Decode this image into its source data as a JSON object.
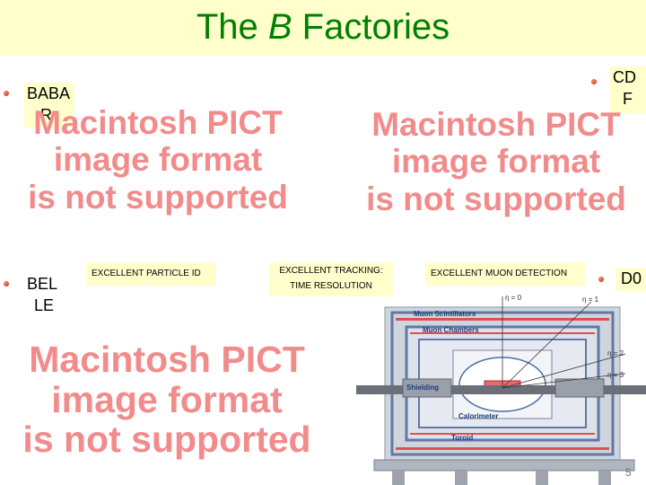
{
  "slide": {
    "title_prefix": "The ",
    "title_italic": "B",
    "title_suffix": " Factories",
    "page_number": "5"
  },
  "labels": {
    "babar_line1": "BABA",
    "babar_line2": "R",
    "cdf_line1": "CD",
    "cdf_line2": "F",
    "belle_line1": "BEL",
    "belle_line2": "LE",
    "d0": "D0"
  },
  "pict_placeholder": {
    "line1": "Macintosh PICT",
    "line2": "image format",
    "line3": "is not supported"
  },
  "captions": {
    "particle_id": "EXCELLENT PARTICLE  ID",
    "tracking_line1": "EXCELLENT TRACKING:",
    "tracking_line2": "TIME RESOLUTION",
    "muon": "EXCELLENT  MUON DETECTION"
  },
  "detector": {
    "eta0": "η = 0",
    "eta1": "η = 1",
    "eta2": "η = 2",
    "eta3": "η = 3",
    "muon_scintillators": "Muon Scintillators",
    "muon_chambers": "Muon Chambers",
    "shielding": "Shielding",
    "calorimeter": "Calorimeter",
    "toroid": "Toroid"
  },
  "colors": {
    "title": "#008000",
    "label_bg": "#ffffcc",
    "pict_text": "#f28b8b",
    "bullet": "#b42a0f"
  }
}
